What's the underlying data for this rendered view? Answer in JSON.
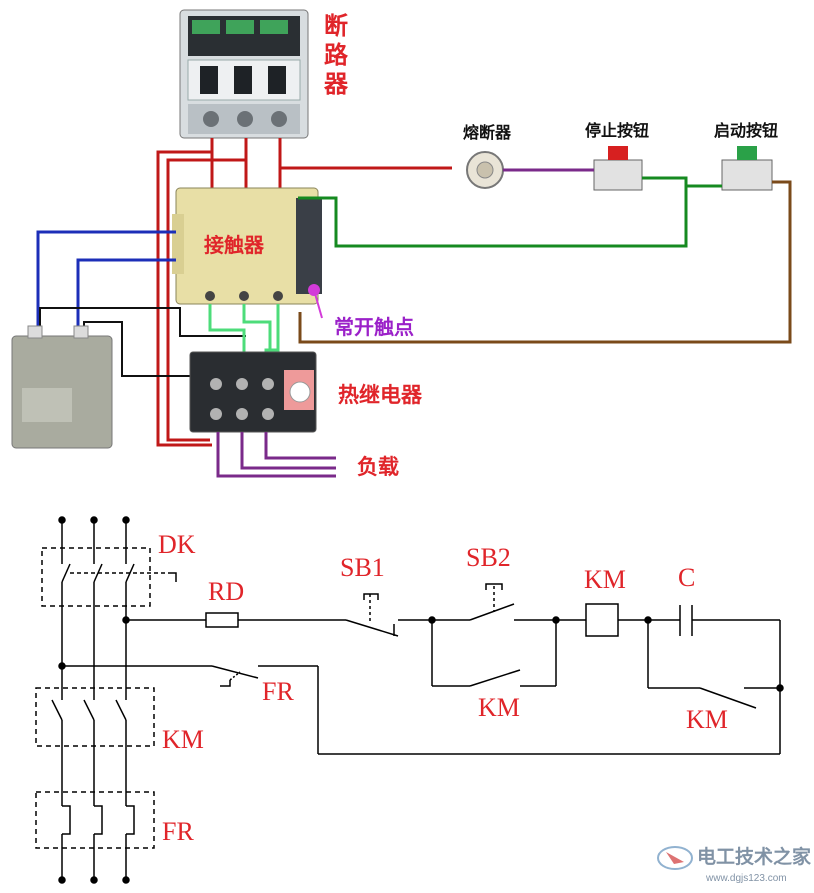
{
  "photo": {
    "breaker_label": "断路器",
    "breaker_chars": [
      "断",
      "路",
      "器"
    ],
    "fuse_label": "熔断器",
    "stop_button_label": "停止按钮",
    "start_button_label": "启动按钮",
    "contactor_label": "接触器",
    "no_contact_label": "常开触点",
    "thermal_relay_label": "热继电器",
    "load_label": "负载"
  },
  "schematic": {
    "dk": "DK",
    "rd": "RD",
    "sb1": "SB1",
    "sb2": "SB2",
    "km_coil": "KM",
    "c": "C",
    "fr_contact": "FR",
    "km_aux_start": "KM",
    "km_aux_cap": "KM",
    "km_main": "KM",
    "fr_main": "FR"
  },
  "watermark": {
    "title": "电工技术之家",
    "url": "www.dgjs123.com"
  },
  "colors": {
    "label_red": "#e0252a",
    "label_purple": "#9b21c9",
    "wire_red": "#c01818",
    "wire_green": "#158a20",
    "wire_blue": "#1c2fb8",
    "wire_brown": "#7a4a1a",
    "wire_purple": "#7a2a8a",
    "schematic_line": "#000000",
    "schematic_text": "#e0252a"
  }
}
